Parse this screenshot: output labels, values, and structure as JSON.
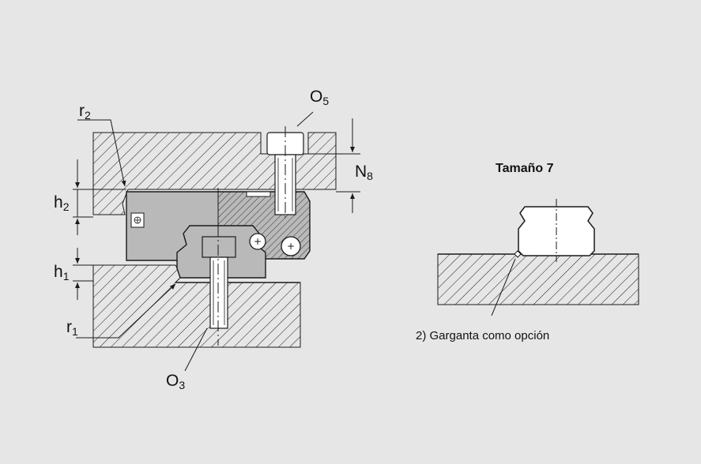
{
  "labels": {
    "r2": {
      "main": "r",
      "sub": "2"
    },
    "o5": {
      "main": "O",
      "sub": "5"
    },
    "n8": {
      "main": "N",
      "sub": "8"
    },
    "h2": {
      "main": "h",
      "sub": "2"
    },
    "h1": {
      "main": "h",
      "sub": "1"
    },
    "r1": {
      "main": "r",
      "sub": "1"
    },
    "o3": {
      "main": "O",
      "sub": "3"
    }
  },
  "detail": {
    "title": "Tamaño 7",
    "note": "2) Garganta como opción"
  },
  "colors": {
    "background": "#e6e6e6",
    "part_fill": "#b9b9b9",
    "line": "#1a1a1a",
    "white": "#ffffff"
  }
}
